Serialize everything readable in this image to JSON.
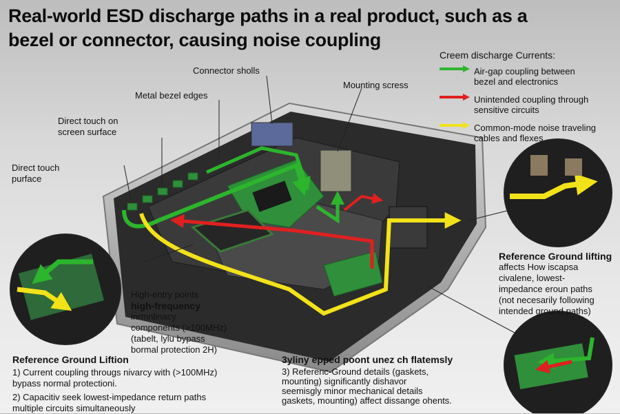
{
  "title": "Real-world ESD discharge paths in a real product, such as a bezel or connector, causing noise coupling",
  "callouts": {
    "connector_shells": "Connector sholls",
    "mounting_screws": "Mounting scress",
    "metal_bezel": "Metal bezel edges",
    "direct_touch_screen": "Direct touch on\nscreen surface",
    "direct_touch_surface": "Direct touch\npurface"
  },
  "legend": {
    "title": "Creem discharge Currents:",
    "items": [
      {
        "color": "#2db52d",
        "text": "Air-gap coupling between\nbezel and electronics"
      },
      {
        "color": "#e02020",
        "text": "Unintended coupling through\nsensitive circuits"
      },
      {
        "color": "#f2e21a",
        "text": "Common-mode noise traveling\ncables and flexes"
      }
    ]
  },
  "center_block": {
    "line1": "High-entry points",
    "heading": "high-frequency",
    "rest": "inrmnlinacy\ncomponents (>100MHz)\n(tabelt, lylu bypass\nbormal protection 2H)"
  },
  "right_block": {
    "heading": "Reference Ground lifting",
    "text": "affects How iscapsa\ncivalene, lowest-\nimpedance eroun paths\n(not necesarily following\nintended ground paths)"
  },
  "bottom_left": {
    "heading": "Reference Ground Liftion",
    "item1": "1)  Current coupling througs nivarcy with (>100MHz)\n     bypass normal protectioni.",
    "item2": "2)  Capacitiv seek lowest-impedance return paths\n     multiple circuits simultaneously"
  },
  "bottom_right": {
    "heading": "3yliny epped poont unez ch flatemsly",
    "item3": "3)  Referenc-Ground details (gaskets,\n     mounting) significantly dishavor\n     seemisgly minor mechanical details\n     gaskets, mounting) affect dissange ohents."
  },
  "colors": {
    "green": "#2db52d",
    "red": "#e02020",
    "yellow": "#f2e21a",
    "device": "#2b2b2b",
    "pcb": "#2f8f3a"
  }
}
